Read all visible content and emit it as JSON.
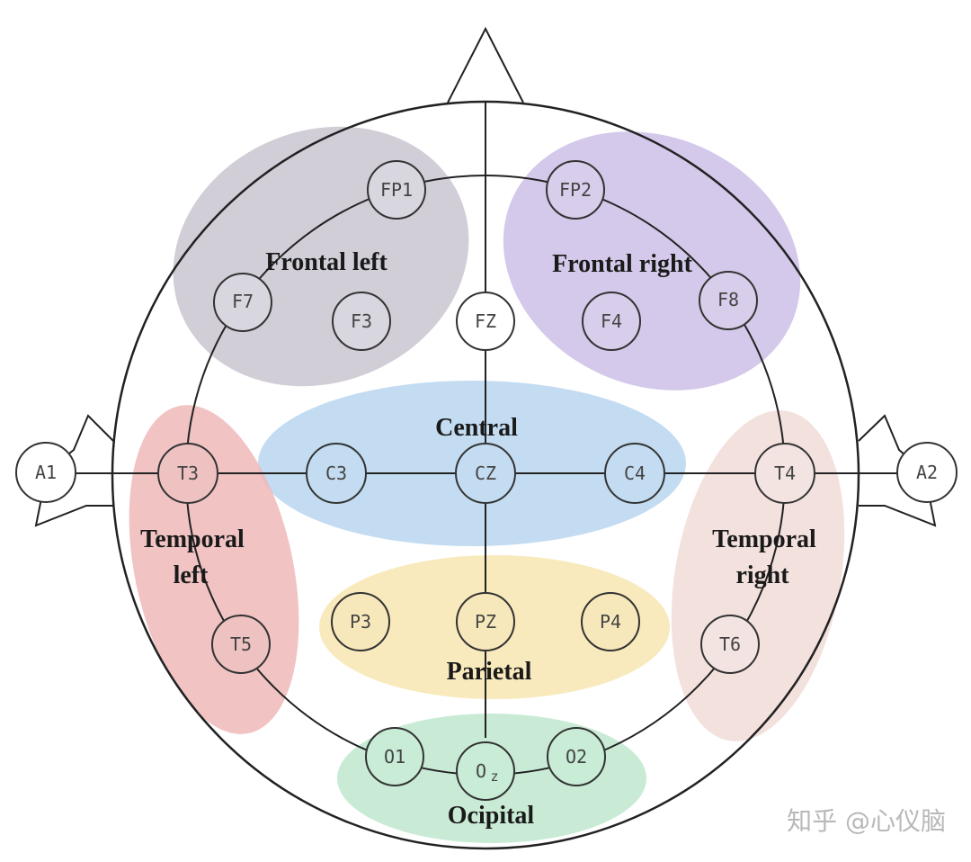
{
  "regions": {
    "frontal_left": {
      "label": "Frontal left",
      "color": "#c9c6d1"
    },
    "frontal_right": {
      "label": "Frontal right",
      "color": "#cdbfe6"
    },
    "central": {
      "label": "Central",
      "color": "#b9d6ef"
    },
    "temporal_left": {
      "line1": "Temporal",
      "line2": "left",
      "color": "#eeb8b8"
    },
    "temporal_right": {
      "line1": "Temporal",
      "line2": "right",
      "color": "#f1dcd8"
    },
    "parietal": {
      "label": "Parietal",
      "color": "#f7e6b0"
    },
    "occipital": {
      "label": "Ocipital",
      "color": "#bfe8cf"
    }
  },
  "electrodes": {
    "fp1": "FP1",
    "fp2": "FP2",
    "f7": "F7",
    "f3": "F3",
    "fz": "FZ",
    "f4": "F4",
    "f8": "F8",
    "a1": "A1",
    "t3": "T3",
    "c3": "C3",
    "cz": "CZ",
    "c4": "C4",
    "t4": "T4",
    "a2": "A2",
    "t5": "T5",
    "p3": "P3",
    "pz": "PZ",
    "p4": "P4",
    "t6": "T6",
    "o1": "O1",
    "oz_main": "O",
    "oz_sub": "z",
    "o2": "O2"
  },
  "watermark": "知乎 @心仪脑"
}
